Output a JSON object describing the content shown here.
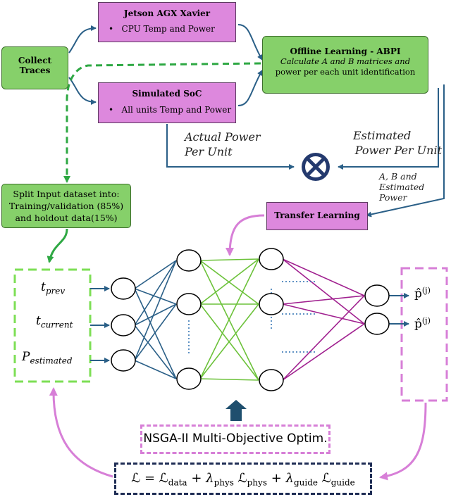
{
  "collect": {
    "line1": "Collect",
    "line2": "Traces"
  },
  "jetson": {
    "title": "Jetson AGX Xavier",
    "bullet": "•",
    "item": "CPU Temp and Power"
  },
  "soc": {
    "title": "Simulated SoC",
    "bullet": "•",
    "item": "All units Temp and Power"
  },
  "offline": {
    "title": "Offline Learning - ABPI",
    "line1": "Calculate A and B matrices and",
    "line2": "power per each unit identification"
  },
  "labels": {
    "actual1": "Actual Power",
    "actual2": "Per Unit",
    "estimated1": "Estimated",
    "estimated2": "Power Per Unit",
    "ab1": "A, B and",
    "ab2": "Estimated",
    "ab3": "Power"
  },
  "split": {
    "line1": "Split Input dataset into:",
    "line2": "Training/validation (85%)",
    "line3": "and holdout data(15%)"
  },
  "transfer": {
    "title": "Transfer Learning"
  },
  "inputs": {
    "t_prev": {
      "base": "t",
      "sub": "prev"
    },
    "t_current": {
      "base": "t",
      "sub": "current"
    },
    "p_estimated": {
      "base": "P",
      "sub": "estimated"
    }
  },
  "outputs": {
    "o1": {
      "base": "p̂",
      "sup": "(j)"
    },
    "o2": {
      "base": "p̂",
      "sup": "(j)"
    }
  },
  "nsga": {
    "text": "NSGA-II Multi-Objective Optim."
  },
  "loss": {
    "L": "ℒ",
    "eq": "=",
    "Ldata": "ℒ",
    "data": "data",
    "plus1": "+",
    "lam1": "λ",
    "phys": "phys",
    "Lphys": "ℒ",
    "phys2": "phys",
    "plus2": "+",
    "lam2": "λ",
    "guide": "guide",
    "Lguide": "ℒ",
    "guide2": "guide"
  },
  "colors": {
    "box_green": "#86d06a",
    "box_pink": "#dd88dd",
    "arrow_blue": "#2a5f87",
    "conn_green": "#6cc23a",
    "conn_magenta": "#a0208f",
    "dash_green": "#2ea843",
    "dash_pink": "#d77fd7",
    "dash_navy": "#1f2d55"
  }
}
